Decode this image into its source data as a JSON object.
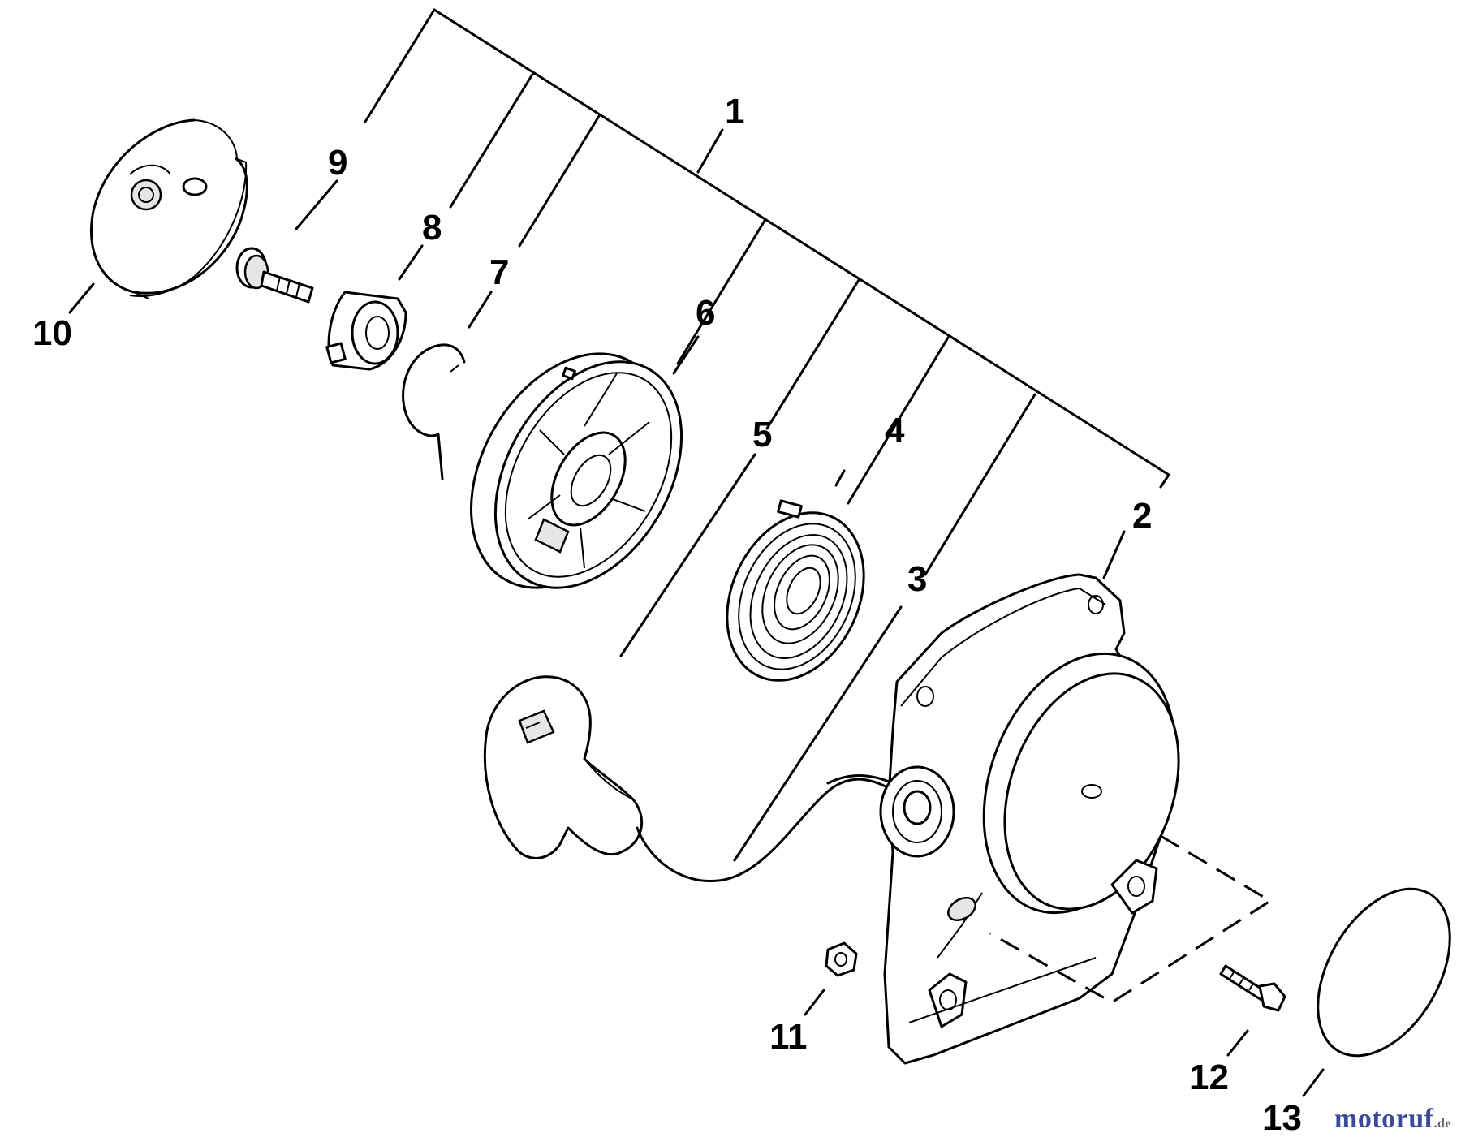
{
  "diagram": {
    "callouts": [
      {
        "id": "1",
        "label": "1"
      },
      {
        "id": "2",
        "label": "2"
      },
      {
        "id": "3",
        "label": "3"
      },
      {
        "id": "4",
        "label": "4"
      },
      {
        "id": "5",
        "label": "5"
      },
      {
        "id": "6",
        "label": "6"
      },
      {
        "id": "7",
        "label": "7"
      },
      {
        "id": "8",
        "label": "8"
      },
      {
        "id": "9",
        "label": "9"
      },
      {
        "id": "10",
        "label": "10"
      },
      {
        "id": "11",
        "label": "11"
      },
      {
        "id": "12",
        "label": "12"
      },
      {
        "id": "13",
        "label": "13"
      }
    ]
  },
  "watermark": {
    "brand": "motoruf",
    "suffix": ".de"
  }
}
